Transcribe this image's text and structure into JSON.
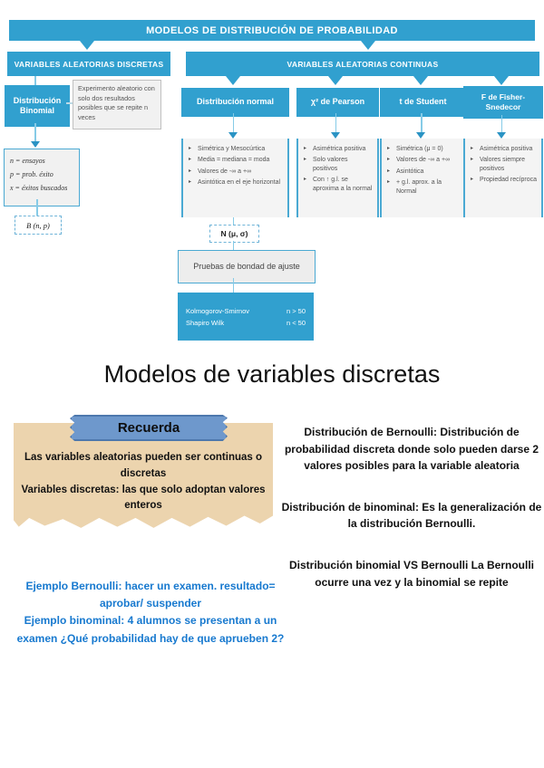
{
  "page": {
    "heading": "Modelos de variables discretas"
  },
  "flowchart": {
    "title": "MODELOS DE DISTRIBUCIÓN DE PROBABILIDAD",
    "discrete": {
      "header": "VARIABLES ALEATORIAS DISCRETAS",
      "binomial_label": "Distribución Binomial",
      "experiment_note": "Experimento aleatorio con solo dos resultados posibles que se repite n veces",
      "params": [
        "n = ensayos",
        "p = prob. éxito",
        "x = éxitos buscados"
      ],
      "notation": "B (n, p)"
    },
    "continuous": {
      "header": "VARIABLES ALEATORIAS CONTINUAS",
      "branches": [
        {
          "label": "Distribución normal",
          "bullets": [
            "Simétrica y Mesocúrtica",
            "Media = mediana = moda",
            "Valores de -∞ a +∞",
            "Asintótica en el eje horizontal"
          ]
        },
        {
          "label": "χ² de Pearson",
          "bullets": [
            "Asimétrica positiva",
            "Solo valores positivos",
            "Con ↑ g.l. se aproxima a la normal"
          ]
        },
        {
          "label": "t de Student",
          "bullets": [
            "Simétrica (μ = 0)",
            "Valores de -∞ a +∞",
            "Asintótica",
            "+ g.l. aprox. a la Normal"
          ]
        },
        {
          "label": "F de Fisher-Snedecor",
          "bullets": [
            "Asimétrica positiva",
            "Valores siempre positivos",
            "Propiedad recíproca"
          ]
        }
      ],
      "normal_notation": "N (μ, σ)",
      "goodness_label": "Pruebas de bondad de ajuste",
      "tests": [
        {
          "name": "Kolmogorov-Smirnov",
          "condition": "n > 50"
        },
        {
          "name": "Shapiro Wilk",
          "condition": "n < 50"
        }
      ]
    }
  },
  "recuerda": {
    "label": "Recuerda",
    "line1": "Las variables aleatorias pueden ser continuas o discretas",
    "line2": "Variables discretas: las que solo adoptan valores enteros"
  },
  "examples": {
    "bernoulli": "Ejemplo Bernoulli: hacer un examen. resultado= aprobar/ suspender",
    "binomial": "Ejemplo binominal: 4 alumnos se presentan a un examen ¿Qué probabilidad hay de que aprueben 2?"
  },
  "definitions": {
    "bernoulli": "Distribución de Bernoulli: Distribución de probabilidad discreta donde solo pueden darse 2 valores posibles para la variable aleatoria",
    "binomial": "Distribución de binominal: Es la generalización de la distribución Bernoulli.",
    "vs": "Distribución binomial VS Bernoulli La Bernoulli ocurre una vez y la binomial se repite"
  },
  "colors": {
    "flowchart_blue": "#31a0cf",
    "ribbon_blue": "#6e98cc",
    "note_tan": "#ecd4ae",
    "accent_text_blue": "#1779cf"
  }
}
